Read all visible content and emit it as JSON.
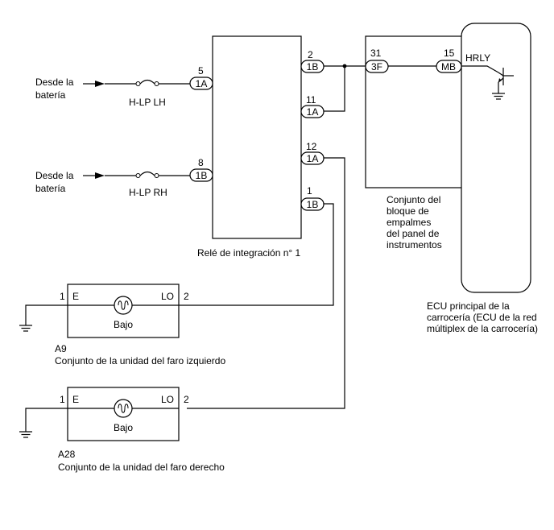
{
  "colors": {
    "line": "#000000",
    "background": "#ffffff"
  },
  "feeds": {
    "from_battery_1": [
      "Desde la",
      "batería"
    ],
    "from_battery_2": [
      "Desde la",
      "batería"
    ]
  },
  "fuses": {
    "hlp_lh": "H-LP LH",
    "hlp_rh": "H-LP RH"
  },
  "relay": {
    "caption": "Relé de integración n° 1",
    "pins": {
      "p5": {
        "num": "5",
        "conn": "1A"
      },
      "p8": {
        "num": "8",
        "conn": "1B"
      },
      "p2": {
        "num": "2",
        "conn": "1B"
      },
      "p11": {
        "num": "11",
        "conn": "1A"
      },
      "p12": {
        "num": "12",
        "conn": "1A"
      },
      "p1": {
        "num": "1",
        "conn": "1B"
      }
    }
  },
  "junction_block": {
    "caption": [
      "Conjunto del",
      "bloque de",
      "empalmes",
      "del panel de",
      "instrumentos"
    ],
    "pin": {
      "num": "31",
      "conn": "3F"
    }
  },
  "ecu": {
    "caption": [
      "ECU principal de la",
      "carrocería (ECU de la red",
      "múltiplex de la carrocería)"
    ],
    "pin": {
      "num": "15",
      "conn": "MB"
    },
    "signal": "HRLY"
  },
  "headlamp_left": {
    "code": "A9",
    "caption": "Conjunto de la unidad del faro izquierdo",
    "pin1": "1",
    "pin2": "2",
    "e_label": "E",
    "lo_label": "LO",
    "lamp_label": "Bajo"
  },
  "headlamp_right": {
    "code": "A28",
    "caption": "Conjunto de la unidad del faro derecho",
    "pin1": "1",
    "pin2": "2",
    "e_label": "E",
    "lo_label": "LO",
    "lamp_label": "Bajo"
  }
}
